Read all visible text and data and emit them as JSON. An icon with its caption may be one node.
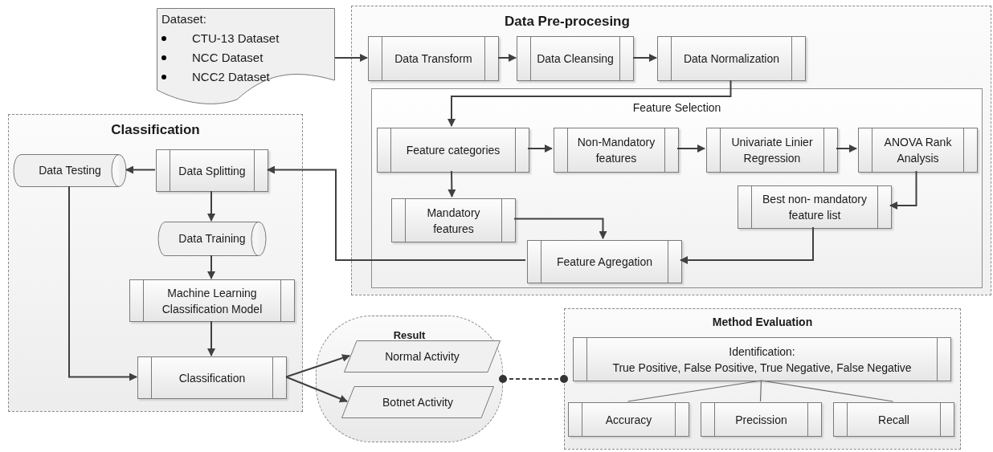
{
  "diagram": {
    "nodes": [
      {
        "text": [
          "Dataset:",
          "CTU-13 Dataset",
          "NCC Dataset",
          "NCC2 Dataset"
        ]
      },
      {
        "text": [
          "Data Pre-procesing"
        ]
      },
      {
        "text": [
          "Data Transform"
        ],
        "in": 1
      },
      {
        "text": [
          "Data Cleansing"
        ],
        "in": 1
      },
      {
        "text": [
          "Data Normalization"
        ],
        "in": 1
      },
      {
        "text": [
          "Feature Selection"
        ],
        "in": 1
      },
      {
        "text": [
          "Feature categories"
        ],
        "in": 5
      },
      {
        "text": [
          "Non-Mandatory features"
        ],
        "in": 5
      },
      {
        "text": [
          "Univariate Linier Regression"
        ],
        "in": 5
      },
      {
        "text": [
          "ANOVA Rank Analysis"
        ],
        "in": 5
      },
      {
        "text": [
          "Mandatory features"
        ],
        "in": 5
      },
      {
        "text": [
          "Best non- mandatory feature list"
        ],
        "in": 5
      },
      {
        "text": [
          "Feature Agregation"
        ],
        "in": 5
      },
      {
        "text": [
          "Classification"
        ]
      },
      {
        "text": [
          "Data Testing"
        ],
        "in": 13
      },
      {
        "text": [
          "Data Splitting"
        ],
        "in": 13
      },
      {
        "text": [
          "Data Training"
        ],
        "in": 13
      },
      {
        "text": [
          "Machine Learning Classification Model"
        ],
        "in": 13
      },
      {
        "text": [
          "Classification"
        ],
        "in": 13
      },
      {
        "text": [
          "Result"
        ]
      },
      {
        "text": [
          "Normal Activity"
        ],
        "in": 19
      },
      {
        "text": [
          "Botnet Activity"
        ],
        "in": 19
      },
      {
        "text": [
          "Method Evaluation"
        ]
      },
      {
        "text": [
          "Identification:",
          "True Positive, False Positive, True Negative, False Negative"
        ],
        "in": 22
      },
      {
        "text": [
          "Accuracy"
        ],
        "in": 22
      },
      {
        "text": [
          "Precission"
        ],
        "in": 22
      },
      {
        "text": [
          "Recall"
        ],
        "in": 22
      }
    ],
    "edges": [
      {
        "from": 0,
        "to": 2,
        "arrow": "to"
      },
      {
        "from": 2,
        "to": 3,
        "arrow": "to"
      },
      {
        "from": 3,
        "to": 4,
        "arrow": "to"
      },
      {
        "from": 4,
        "to": 6,
        "arrow": "to"
      },
      {
        "from": 6,
        "to": 7,
        "arrow": "to"
      },
      {
        "from": 7,
        "to": 8,
        "arrow": "to"
      },
      {
        "from": 8,
        "to": 9,
        "arrow": "to"
      },
      {
        "from": 9,
        "to": 11,
        "arrow": "to"
      },
      {
        "from": 6,
        "to": 10,
        "arrow": "to"
      },
      {
        "from": 10,
        "to": 12,
        "arrow": "to"
      },
      {
        "from": 11,
        "to": 12,
        "arrow": "to"
      },
      {
        "from": 12,
        "to": 15,
        "arrow": "to"
      },
      {
        "from": 15,
        "to": 14,
        "arrow": "to"
      },
      {
        "from": 15,
        "to": 16,
        "arrow": "to"
      },
      {
        "from": 16,
        "to": 17,
        "arrow": "to"
      },
      {
        "from": 17,
        "to": 18,
        "arrow": "to"
      },
      {
        "from": 14,
        "to": 18,
        "arrow": "to"
      },
      {
        "from": 18,
        "to": 20,
        "arrow": "to"
      },
      {
        "from": 18,
        "to": 21,
        "arrow": "to"
      },
      {
        "from": 19,
        "to": 22,
        "arrow": "other",
        "style": "dashed"
      },
      {
        "from": 23,
        "to": 24,
        "arrow": "none",
        "color": "#6b6b6b"
      },
      {
        "from": 23,
        "to": 25,
        "arrow": "none",
        "color": "#6b6b6b"
      },
      {
        "from": 23,
        "to": 26,
        "arrow": "none",
        "color": "#6b6b6b"
      }
    ]
  }
}
